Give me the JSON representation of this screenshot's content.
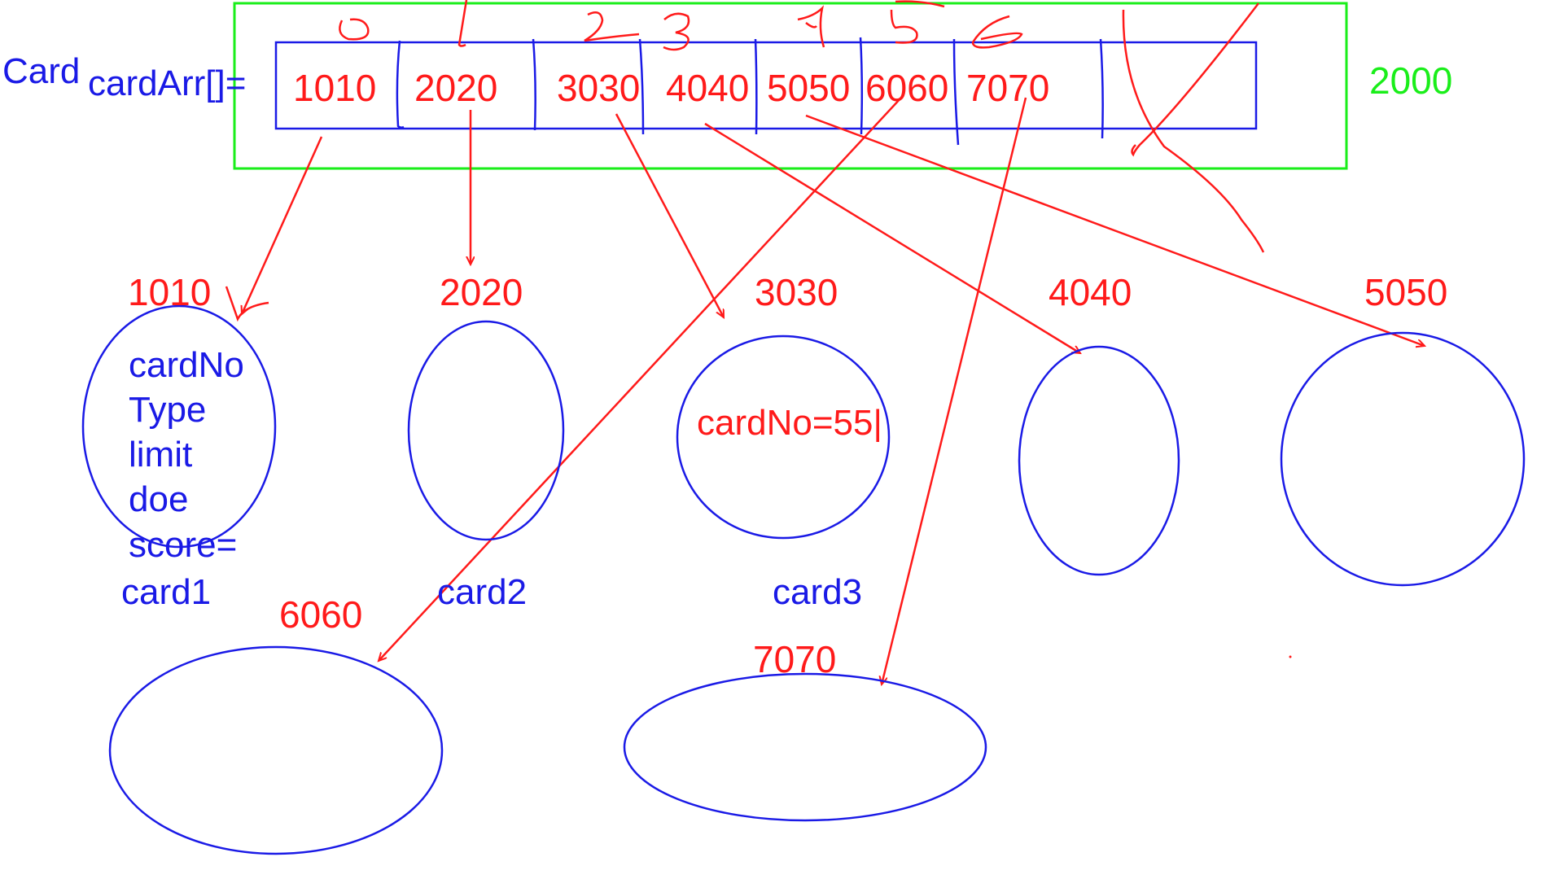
{
  "colors": {
    "blue": "#1a1ae6",
    "red": "#ff1a1a",
    "green": "#1aee1a",
    "background": "#ffffff"
  },
  "header": {
    "class_label": "Card",
    "array_label": "cardArr[]=",
    "array_address": "2000"
  },
  "array": {
    "cells": [
      "1010",
      "2020",
      "3030",
      "4040",
      "5050",
      "6060",
      "7070",
      "",
      ""
    ]
  },
  "objects": [
    {
      "address": "1010",
      "name": "card1",
      "fields": [
        "cardNo",
        "Type",
        "limit",
        "doe",
        "score="
      ]
    },
    {
      "address": "2020",
      "name": "card2",
      "fields": []
    },
    {
      "address": "3030",
      "name": "card3",
      "fields": [
        "cardNo=55|"
      ]
    },
    {
      "address": "4040",
      "name": "",
      "fields": []
    },
    {
      "address": "5050",
      "name": "",
      "fields": []
    },
    {
      "address": "6060",
      "name": "",
      "fields": []
    },
    {
      "address": "7070",
      "name": "",
      "fields": []
    }
  ]
}
